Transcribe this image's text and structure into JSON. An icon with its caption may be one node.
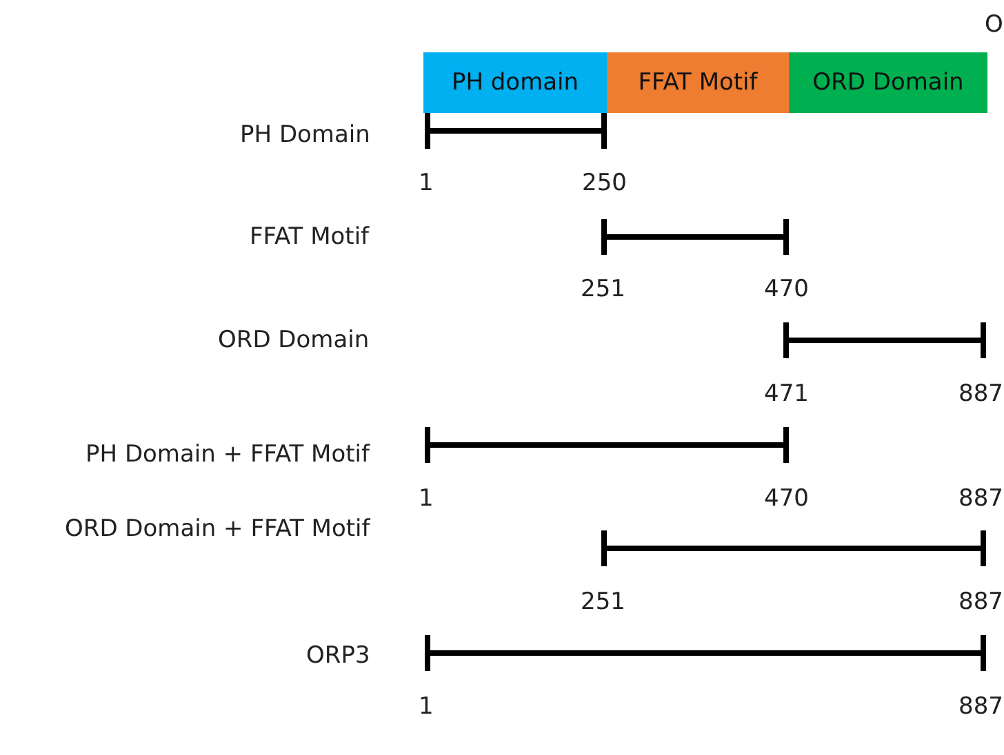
{
  "diagram": {
    "nodes": [
      {
        "text": [
          "PH domain"
        ]
      },
      {
        "text": [
          "FFAT Motif"
        ]
      },
      {
        "text": [
          "ORD Domain"
        ]
      }
    ],
    "labels": [
      "O",
      "PH Domain",
      "1",
      "250",
      "FFAT Motif",
      "251",
      "470",
      "ORD Domain",
      "471",
      "887",
      "PH Domain + FFAT Motif",
      "1",
      "470",
      "887",
      "ORD Domain + FFAT Motif",
      "251",
      "887",
      "ORP3",
      "1",
      "887"
    ]
  }
}
